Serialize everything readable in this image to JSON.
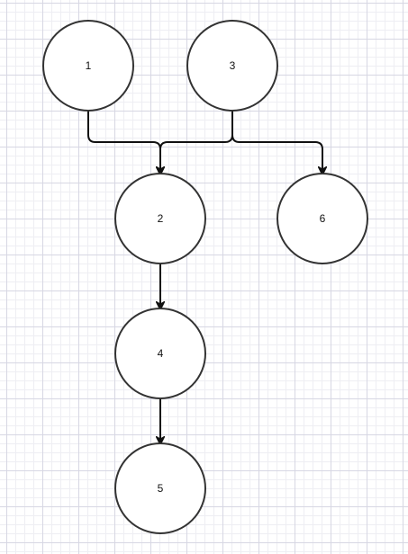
{
  "diagram": {
    "nodes": [
      {
        "id": "1",
        "label": "1"
      },
      {
        "id": "3",
        "label": "3"
      },
      {
        "id": "2",
        "label": "2"
      },
      {
        "id": "6",
        "label": "6"
      },
      {
        "id": "4",
        "label": "4"
      },
      {
        "id": "5",
        "label": "5"
      }
    ],
    "edges": [
      {
        "from": "1",
        "to": "2"
      },
      {
        "from": "3",
        "to": "2"
      },
      {
        "from": "3",
        "to": "6"
      },
      {
        "from": "2",
        "to": "4"
      },
      {
        "from": "4",
        "to": "5"
      }
    ],
    "colors": {
      "stroke": "#333333",
      "edge": "#111111",
      "fill": "#ffffff",
      "grid": "#d7d7e3"
    }
  }
}
